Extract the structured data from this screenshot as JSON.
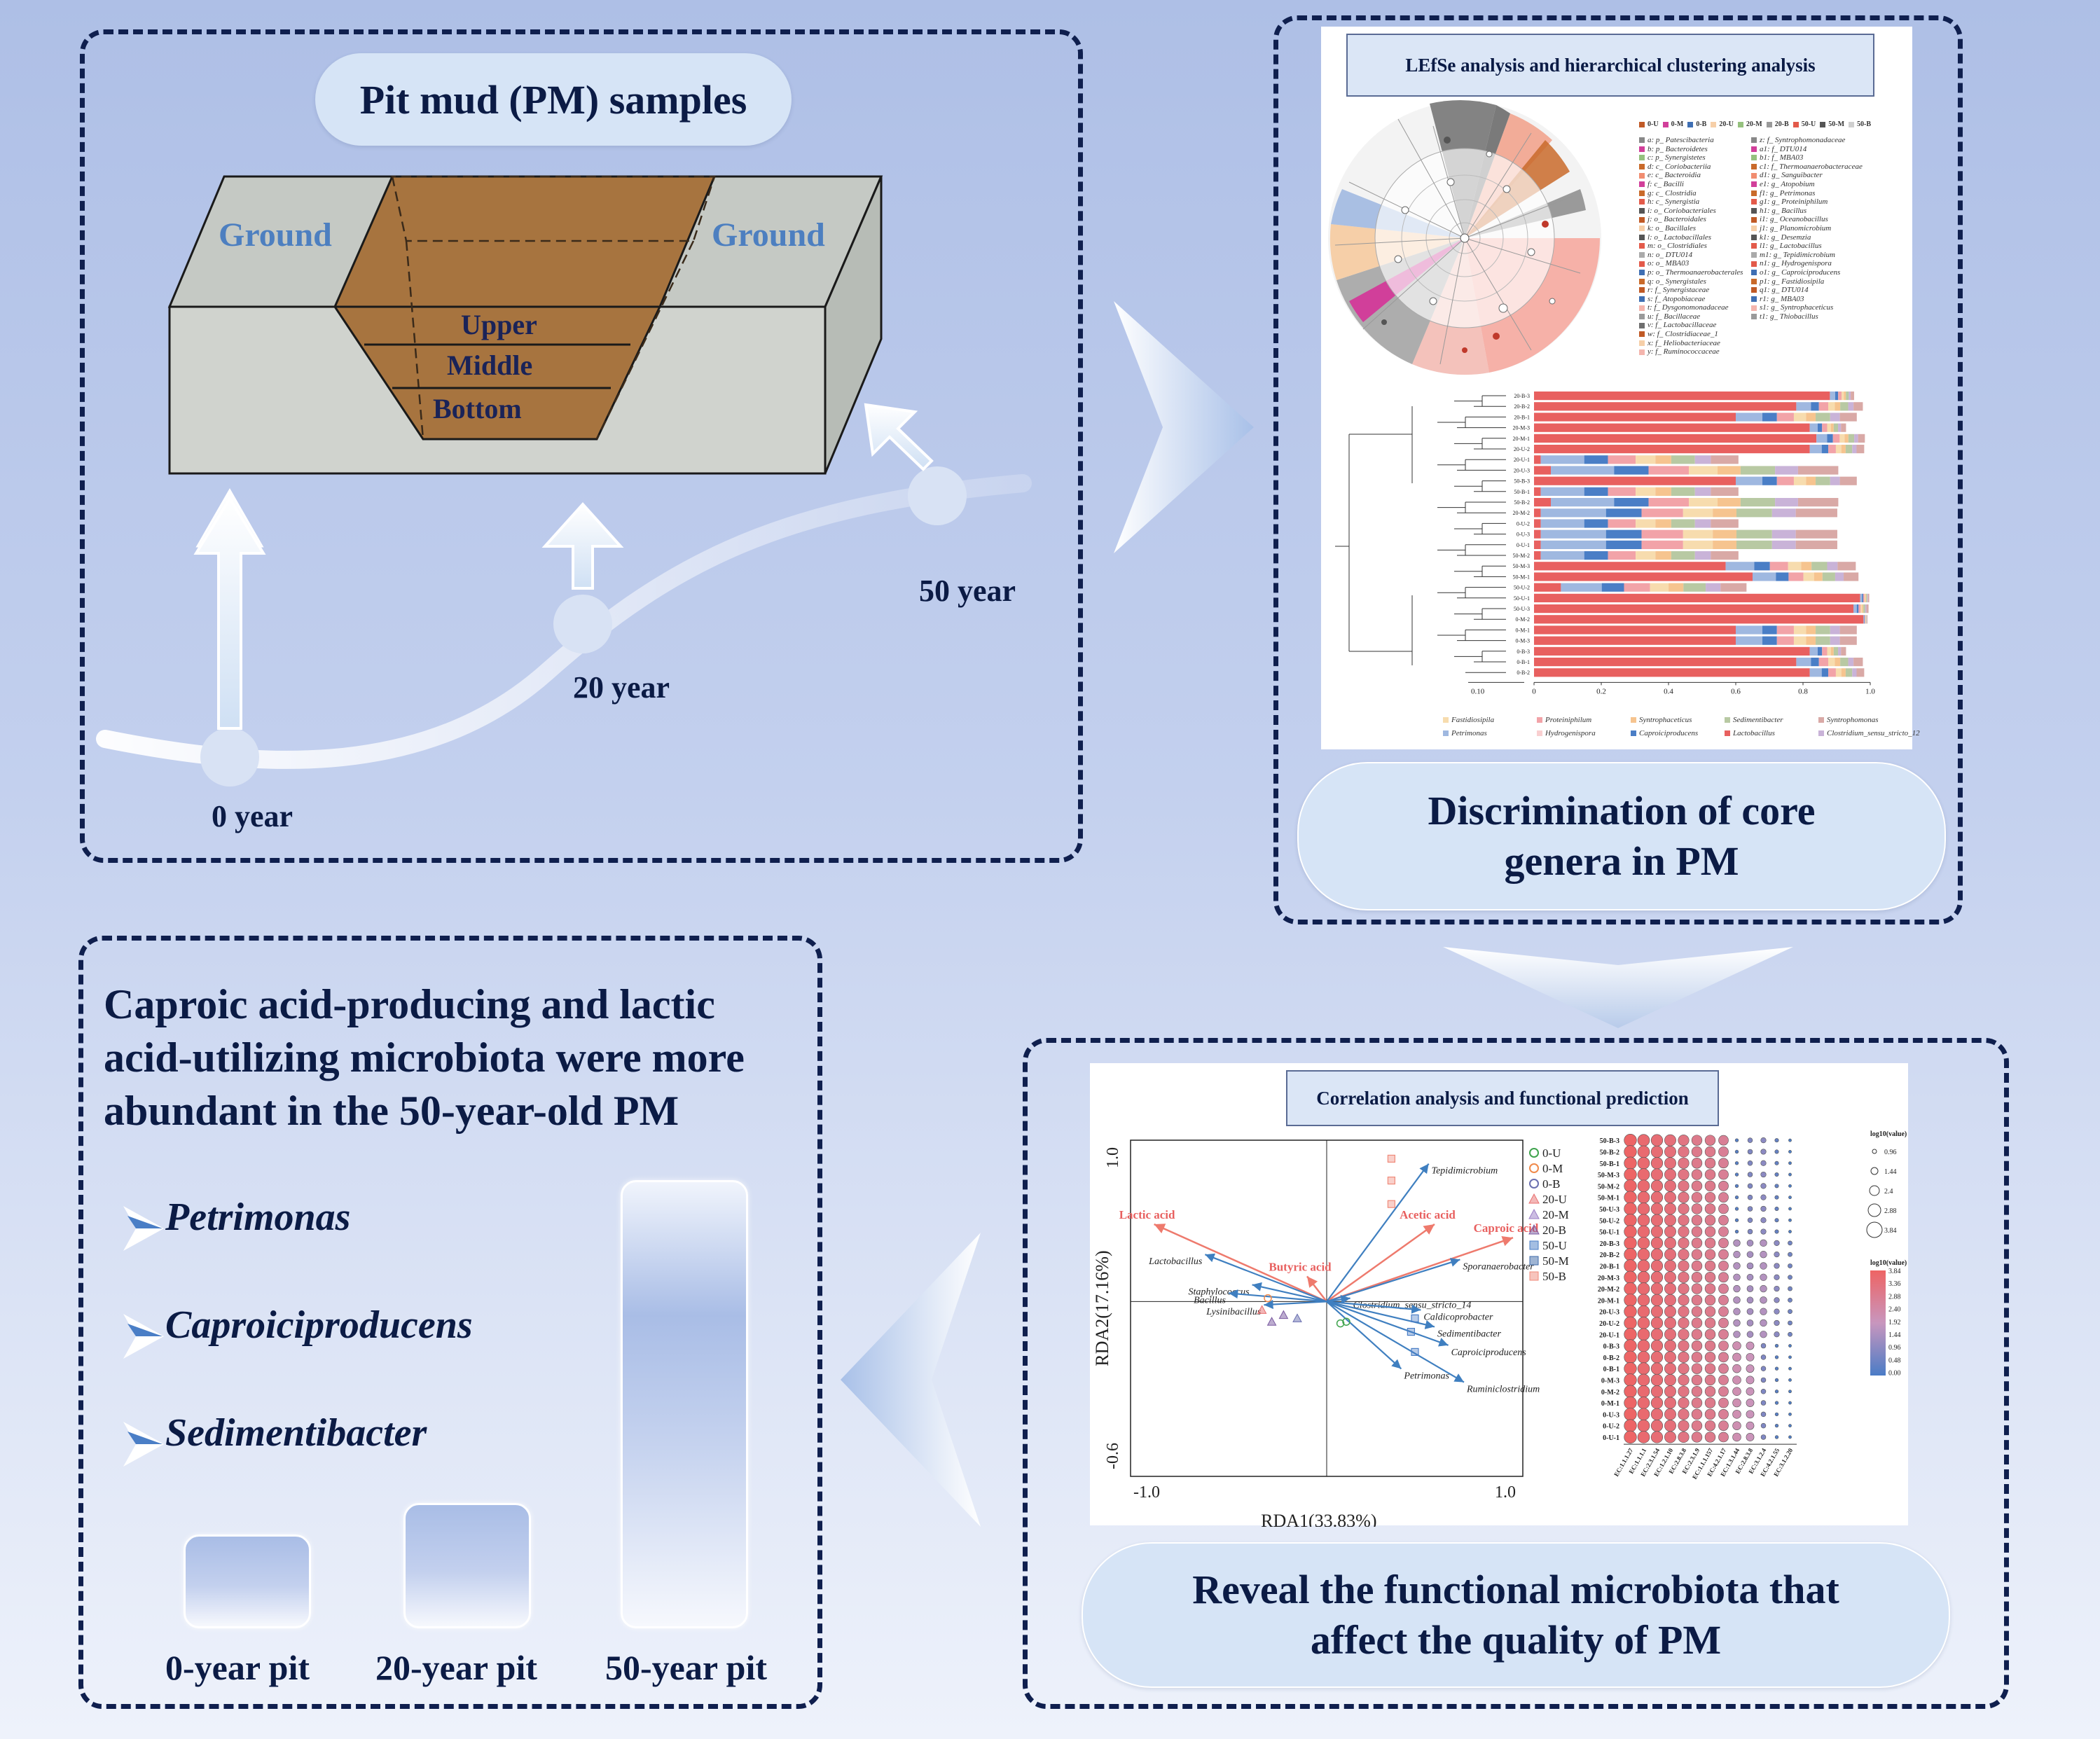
{
  "pit_panel": {
    "title": "Pit mud (PM) samples",
    "ground_left": "Ground",
    "ground_right": "Ground",
    "layer_upper": "Upper",
    "layer_middle": "Middle",
    "layer_bottom": "Bottom",
    "year_0": "0 year",
    "year_20": "20 year",
    "year_50": "50 year"
  },
  "lefse_panel": {
    "subtitle": "LEfSe analysis and hierarchical clustering analysis",
    "caption": "Discrimination of core genera in PM",
    "caption_line1": "Discrimination of core",
    "caption_line2": "genera in PM",
    "groups": [
      "0-U",
      "0-M",
      "0-B",
      "20-U",
      "20-M",
      "20-B",
      "50-U",
      "50-M",
      "50-B"
    ],
    "clado_legend_col1": [
      "a: p_ Patescibacteria",
      "b: p_ Bacteroidetes",
      "c: p_ Synergistetes",
      "d: c_ Coriobacteriia",
      "e: c_ Bacteroidia",
      "f: c_ Bacilli",
      "g: c_ Clostridia",
      "h: c_ Synergistia",
      "i: o_ Coriobacteriales",
      "j: o_ Bacteroidales",
      "k: o_ Bacillales",
      "l: o_ Lactobacillales",
      "m: o_ Clostridiales",
      "n: o_ DTU014",
      "o: o_ MBA03",
      "p: o_ Thermoanaerobacterales",
      "q: o_ Synergistales",
      "r: f_ Synergistaceae",
      "s: f_ Atopobiaceae",
      "t: f_ Dysgonomonadaceae",
      "u: f_ Bacillaceae",
      "v: f_ Lactobacillaceae",
      "w: f_ Clostridiaceae_1",
      "x: f_ Heliobacteriaceae",
      "y: f_ Ruminococcaceae"
    ],
    "clado_legend_col2": [
      "z: f_ Syntrophomonadaceae",
      "a1: f_ DTU014",
      "b1: f_ MBA03",
      "c1: f_ Thermoanaerobacteraceae",
      "d1: g_ Sanguibacter",
      "e1: g_ Atopobium",
      "f1: g_ Petrimonas",
      "g1: g_ Proteiniphilum",
      "h1: g_ Bacillus",
      "i1: g_ Oceanobacillus",
      "j1: g_ Planomicrobium",
      "k1: g_ Desemzia",
      "l1: g_ Lactobacillus",
      "m1: g_ Tepidimicrobium",
      "n1: g_ Hydrogenispora",
      "o1: g_ Caproiciproducens",
      "p1: g_ Fastidiosipila",
      "q1: g_ DTU014",
      "r1: g_ MBA03",
      "s1: g_ Syntrophaceticus",
      "t1: g_ Thiobacillus"
    ],
    "samples": [
      "20-B-3",
      "20-B-2",
      "20-B-1",
      "20-M-3",
      "20-M-1",
      "20-U-2",
      "20-U-1",
      "20-U-3",
      "50-B-3",
      "50-B-1",
      "50-B-2",
      "20-M-2",
      "0-U-2",
      "0-U-3",
      "0-U-1",
      "50-M-2",
      "50-M-3",
      "50-M-1",
      "50-U-2",
      "50-U-1",
      "50-U-3",
      "0-M-2",
      "0-M-1",
      "0-M-3",
      "0-B-3",
      "0-B-1",
      "0-B-2"
    ],
    "x_axis_ticks": [
      "0",
      "0.2",
      "0.4",
      "0.6",
      "0.8",
      "1.0"
    ],
    "tree_scale": "0.10",
    "genus_legend": [
      "Fastidiosipila",
      "Proteiniphilum",
      "Syntrophaceticus",
      "Sedimentibacter",
      "Syntrophomonas",
      "Petrimonas",
      "Hydrogenispora",
      "Caproiciproducens",
      "Lactobacillus",
      "Clostridium_sensu_stricto_12"
    ],
    "genus_colors": [
      "#f7dcae",
      "#f2a3a8",
      "#f6c48f",
      "#b8c9a3",
      "#d9a9a6",
      "#9fb8e0",
      "#f9cfd0",
      "#4a7ec6",
      "#e8605f",
      "#c9b3d8"
    ]
  },
  "rda_panel": {
    "subtitle": "Correlation analysis and functional prediction",
    "caption_line1": "Reveal the functional microbiota that",
    "caption_line2": "affect the quality of PM",
    "xlabel": "RDA1(33.83%)",
    "ylabel": "RDA2(17.16%)",
    "x_ticks": [
      "-1.0",
      "1.0"
    ],
    "y_ticks": [
      "1.0",
      "-0.6"
    ],
    "acids": [
      "Lactic acid",
      "Butyric acid",
      "Acetic acid",
      "Caproic acid"
    ],
    "genera": [
      "Tepidimicrobium",
      "Lactobacillus",
      "Sporanaerobacter",
      "Staphylococcus",
      "Bacillus",
      "Lysinibacillus",
      "Clostridium_sensu_stricto_14",
      "Caldicoprobacter",
      "Sedimentibacter",
      "Caproiciproducens",
      "Petrimonas",
      "Ruminiclostridium"
    ],
    "legend": [
      "0-U",
      "0-M",
      "0-B",
      "20-U",
      "20-M",
      "20-B",
      "50-U",
      "50-M",
      "50-B"
    ],
    "heat_rows": [
      "50-B-3",
      "50-B-2",
      "50-B-1",
      "50-M-3",
      "50-M-2",
      "50-M-1",
      "50-U-3",
      "50-U-2",
      "50-U-1",
      "20-B-3",
      "20-B-2",
      "20-B-1",
      "20-M-3",
      "20-M-2",
      "20-M-1",
      "20-U-3",
      "20-U-2",
      "20-U-1",
      "0-B-3",
      "0-B-2",
      "0-B-1",
      "0-M-3",
      "0-M-2",
      "0-M-1",
      "0-U-3",
      "0-U-2",
      "0-U-1"
    ],
    "heat_cols": [
      "EC:1.1.1.27",
      "EC:1.1.1.1",
      "EC:2.3.1.54",
      "EC:1.2.1.10",
      "EC:2.8.3.8",
      "EC:2.3.1.9",
      "EC:1.1.1.157",
      "EC:4.2.1.17",
      "EC:1.3.1.44",
      "EC:2.8.3.8",
      "EC:3.1.2.4",
      "EC:4.2.1.55",
      "EC:3.1.2.20"
    ],
    "size_legend_title": "log10(value)",
    "size_legend": [
      "0.96",
      "1.44",
      "2.4",
      "2.88",
      "3.84"
    ],
    "color_legend_title": "log10(value)",
    "color_legend": [
      "3.84",
      "3.36",
      "2.88",
      "2.40",
      "1.92",
      "1.44",
      "0.96",
      "0.48",
      "0.00"
    ]
  },
  "result_panel": {
    "text_line1": "Caproic acid-producing and lactic",
    "text_line2": "acid-utilizing microbiota were more",
    "text_line3": "abundant in the 50-year-old PM",
    "genus1": "Petrimonas",
    "genus2": "Caproiciproducens",
    "genus3": "Sedimentibacter",
    "bar_labels": [
      "0-year pit",
      "20-year pit",
      "50-year pit"
    ],
    "bar_levels": [
      0.21,
      0.28,
      1.0
    ]
  }
}
